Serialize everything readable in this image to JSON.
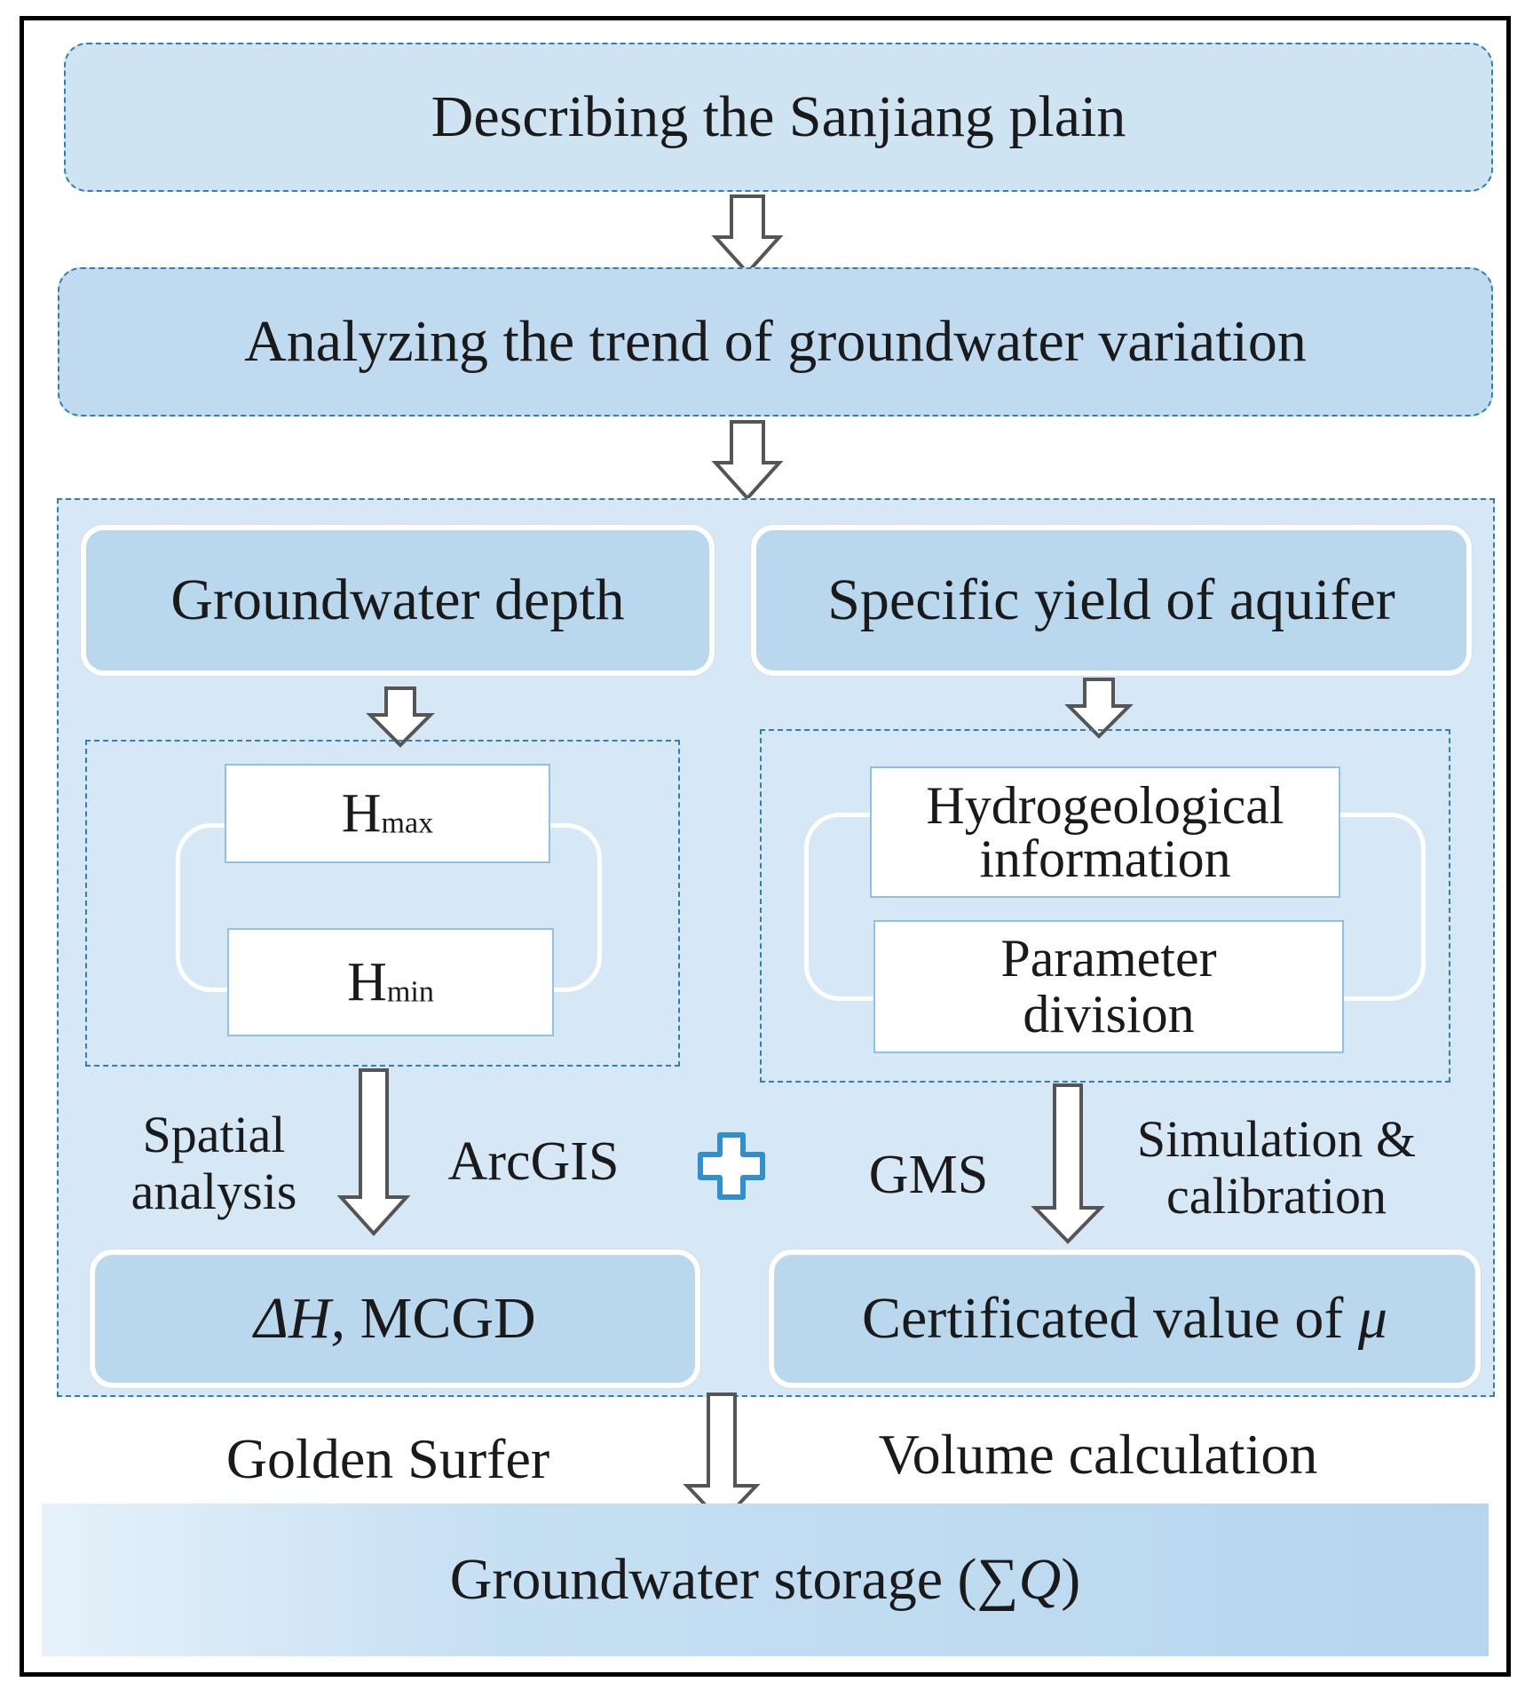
{
  "steps": {
    "step1": "Describing the Sanjiang plain",
    "step2": "Analyzing the trend of groundwater variation"
  },
  "left": {
    "title": "Groundwater depth",
    "hmax_main": "H",
    "hmax_sub": "max",
    "hmin_main": "H",
    "hmin_sub": "min",
    "label_left_line1": "Spatial",
    "label_left_line2": "analysis",
    "label_right": "ArcGIS",
    "result_symbol": "ΔH,",
    "result_text": " MCGD"
  },
  "right": {
    "title": "Specific yield of aquifer",
    "box1_line1": "Hydrogeological",
    "box1_line2": "information",
    "box2_line1": "Parameter",
    "box2_line2": "division",
    "label_left": "GMS",
    "label_right_line1": "Simulation &",
    "label_right_line2": "calibration",
    "result_text": "Certificated value of ",
    "result_symbol": "μ"
  },
  "bottom": {
    "label_left": "Golden Surfer",
    "label_right": "Volume calculation",
    "final_text": "Groundwater storage (",
    "final_symbol": "∑Q",
    "final_close": ")"
  },
  "colors": {
    "panel": "#d6e8f6",
    "header": "#b9d8ee",
    "dash": "#2e7fb3",
    "plus": "#2f8fd0"
  }
}
